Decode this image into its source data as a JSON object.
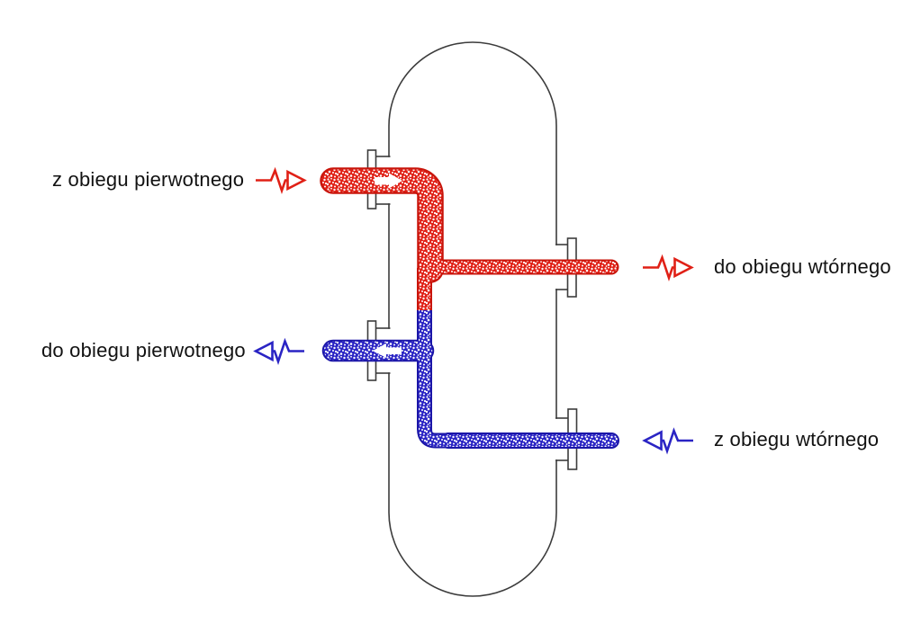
{
  "labels": {
    "primary_in": "z obiegu pierwotnego",
    "secondary_out": "do obiegu wtórnego",
    "primary_out": "do obiegu pierwotnego",
    "secondary_in": "z obiegu wtórnego"
  },
  "icons": {
    "flow_arrow_hot_in": "zigzag-line-open-arrow-right",
    "flow_arrow_hot_out": "zigzag-line-open-arrow-right",
    "flow_arrow_cold_return": "zigzag-line-open-arrow-left",
    "flow_arrow_cold_in": "zigzag-line-open-arrow-left",
    "pipe_flow_arrow_supply": "white-arrow-right",
    "pipe_flow_arrow_return": "white-arrow-left"
  },
  "colors": {
    "hot": "#e02016",
    "hot_outline": "#c9150b",
    "cold": "#2a24c4",
    "cold_outline": "#1b16a8",
    "vessel_outline": "#3c3c3c",
    "text": "#121212",
    "background": "#ffffff"
  }
}
